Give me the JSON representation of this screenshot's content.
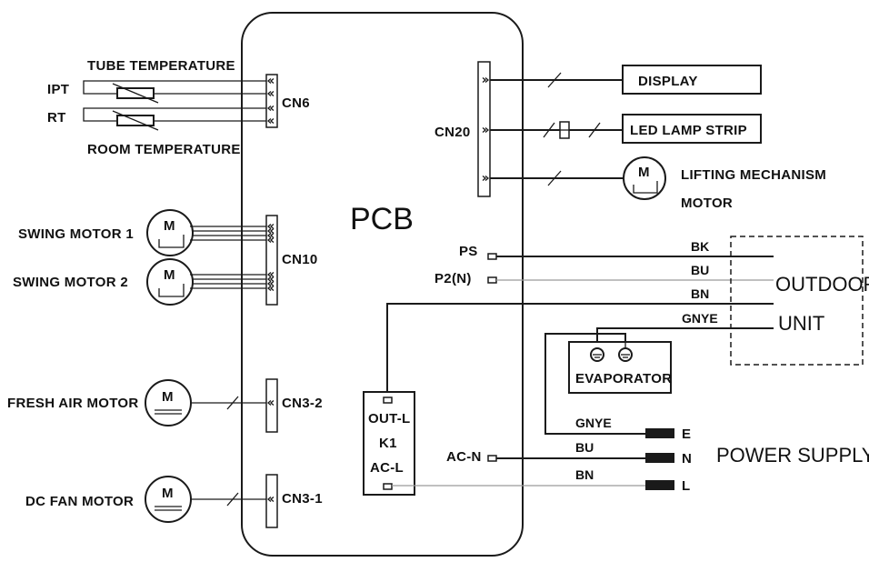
{
  "pcb": {
    "label": "PCB"
  },
  "connectors": {
    "cn6": "CN6",
    "cn10": "CN10",
    "cn3_2": "CN3-2",
    "cn3_1": "CN3-1",
    "cn20": "CN20"
  },
  "sensors": {
    "ipt": "IPT",
    "rt": "RT",
    "tube_temperature": "TUBE TEMPERATURE",
    "room_temperature": "ROOM TEMPERATURE"
  },
  "motors": {
    "swing_motor_1": "SWING MOTOR 1",
    "swing_motor_2": "SWING MOTOR 2",
    "fresh_air_motor": "FRESH AIR MOTOR",
    "dc_fan_motor": "DC FAN MOTOR",
    "lifting_line1": "LIFTING MECHANISM",
    "lifting_line2": "MOTOR",
    "symbol": "M"
  },
  "devices": {
    "display": "DISPLAY",
    "led_lamp_strip": "LED LAMP STRIP",
    "evaporator": "EVAPORATOR"
  },
  "terminals": {
    "ps": "PS",
    "p2n": "P2(N)",
    "ac_n": "AC-N",
    "out_l": "OUT-L",
    "k1": "K1",
    "ac_l": "AC-L"
  },
  "wires": {
    "bk": "BK",
    "bu": "BU",
    "bn": "BN",
    "gnye": "GNYE",
    "gnye2": "GNYE",
    "bu2": "BU",
    "bn2": "BN"
  },
  "outdoor": {
    "line1": "OUTDOOR",
    "line2": "UNIT"
  },
  "power_supply": {
    "label": "POWER SUPPLY",
    "e": "E",
    "n": "N",
    "l": "L"
  }
}
